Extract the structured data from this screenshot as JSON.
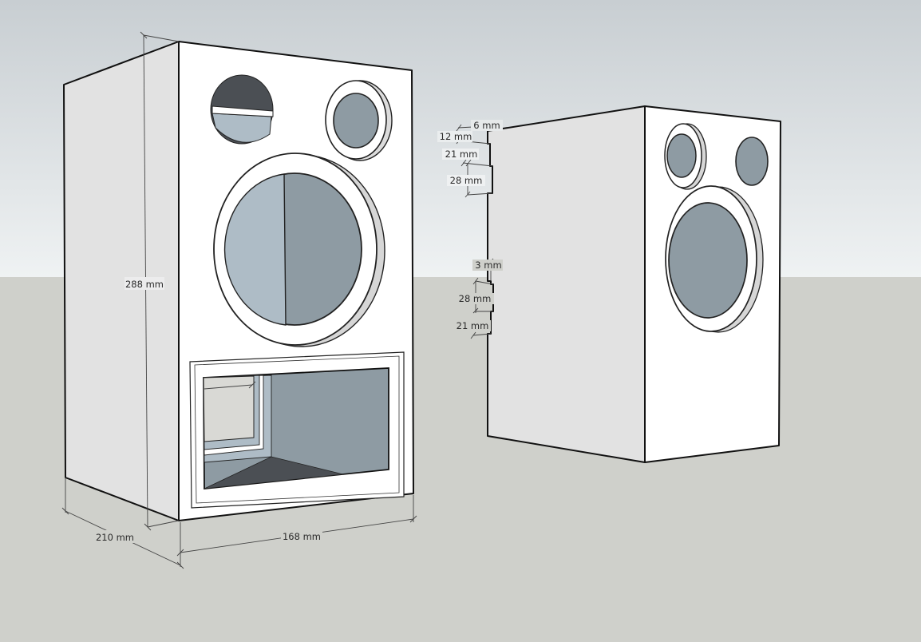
{
  "scene": {
    "colors": {
      "sky_top": "#c9cfd3",
      "sky_bottom": "#eef1f2",
      "ground": "#cfd0cb",
      "face_front": "#ffffff",
      "face_side": "#e3e3e3",
      "driver_light": "#aebcc6",
      "driver_dark": "#8e9ba3",
      "shadow_dark": "#4a4d52"
    }
  },
  "left_speaker": {
    "dimensions": {
      "height": "288 mm",
      "depth": "210 mm",
      "width": "168 mm"
    }
  },
  "right_speaker": {
    "dimensions": {
      "d6": "6 mm",
      "d12": "12 mm",
      "d21a": "21 mm",
      "d28a": "28 mm",
      "d3": "3 mm",
      "d28b": "28 mm",
      "d21b": "21 mm"
    }
  }
}
